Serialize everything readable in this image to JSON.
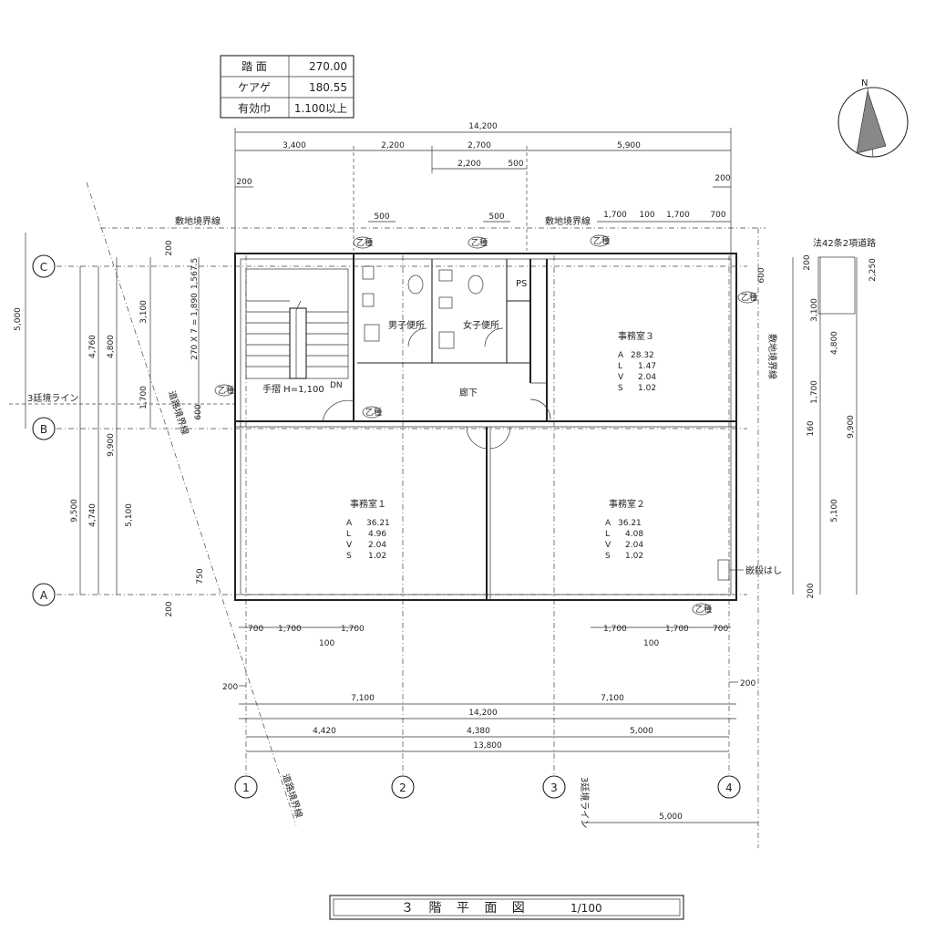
{
  "spec_table": {
    "rows": [
      {
        "label": "踏 面",
        "value": "270.00"
      },
      {
        "label": "ケアゲ",
        "value": "180.55"
      },
      {
        "label": "有効巾",
        "value": "1.100以上"
      }
    ]
  },
  "north_label": "N",
  "title": {
    "name": "３ 階 平 面 図",
    "scale": "1/100"
  },
  "grid_labels": {
    "rows": [
      "C",
      "B",
      "A"
    ],
    "cols": [
      "1",
      "2",
      "3",
      "4"
    ]
  },
  "boundary": {
    "site": "敷地境界線",
    "road_42": "法42条2項道路",
    "road_line": "道路境界線",
    "shift_3": "3廷境ライン",
    "shift_3v": "3廷境ライン"
  },
  "fire_marks": [
    "乙種",
    "乙種",
    "乙種",
    "乙種",
    "乙種",
    "乙種",
    "乙種"
  ],
  "rooms": {
    "office1": {
      "name": "事務室１",
      "A": "36.21",
      "L": "4.96",
      "V": "2.04",
      "S": "1.02"
    },
    "office2": {
      "name": "事務室２",
      "A": "36.21",
      "L": "4.08",
      "V": "2.04",
      "S": "1.02"
    },
    "office3": {
      "name": "事務室３",
      "A": "28.32",
      "L": "1.47",
      "V": "2.04",
      "S": "1.02"
    },
    "mens_wc": "男子便所",
    "womens_wc": "女子便所",
    "corridor": "廊下",
    "ps": "PS",
    "handrail": "手摺 H=1,100",
    "dn": "DN",
    "stair_note": "270 X 7 = 1,890",
    "stair_note2": "1,567.5",
    "fix_note": "嵌殺はし"
  },
  "dims": {
    "top_total": "14,200",
    "top_row": [
      "3,400",
      "2,200",
      "2,700",
      "5,900"
    ],
    "top_sub": [
      "2,200",
      "500"
    ],
    "top_200_l": "200",
    "top_200_r": "200",
    "top_500a": "500",
    "top_500b": "500",
    "top_win": [
      "1,700",
      "100",
      "1,700",
      "700"
    ],
    "left_outer": [
      "5,000",
      "9,500"
    ],
    "left_mid": [
      "4,760",
      "4,740"
    ],
    "left_inner": [
      "4,800",
      "9,900",
      "5,100"
    ],
    "left_3100": "3,100",
    "left_1700": "1,700",
    "left_200a": "200",
    "left_600": "600",
    "left_200b": "200",
    "left_750": "750",
    "right_200a": "200",
    "right_600": "600",
    "right_3100": "3,100",
    "right_4800": "4,800",
    "right_1700": "1,700",
    "right_160": "160",
    "right_9900": "9,900",
    "right_5100": "5,100",
    "right_200b": "200",
    "right_2250": "2,250",
    "bot_win_l": [
      "700",
      "1,700",
      "1,700"
    ],
    "bot_100_l": "100",
    "bot_win_r": [
      "1,700",
      "1,700",
      "700"
    ],
    "bot_100_r": "100",
    "bot_200_l": "200",
    "bot_200_r": "200",
    "bot_row1": [
      "7,100",
      "7,100"
    ],
    "bot_total": "14,200",
    "bot_row2": [
      "4,420",
      "4,380",
      "5,000"
    ],
    "bot_13800": "13,800",
    "bot_5000": "5,000"
  }
}
